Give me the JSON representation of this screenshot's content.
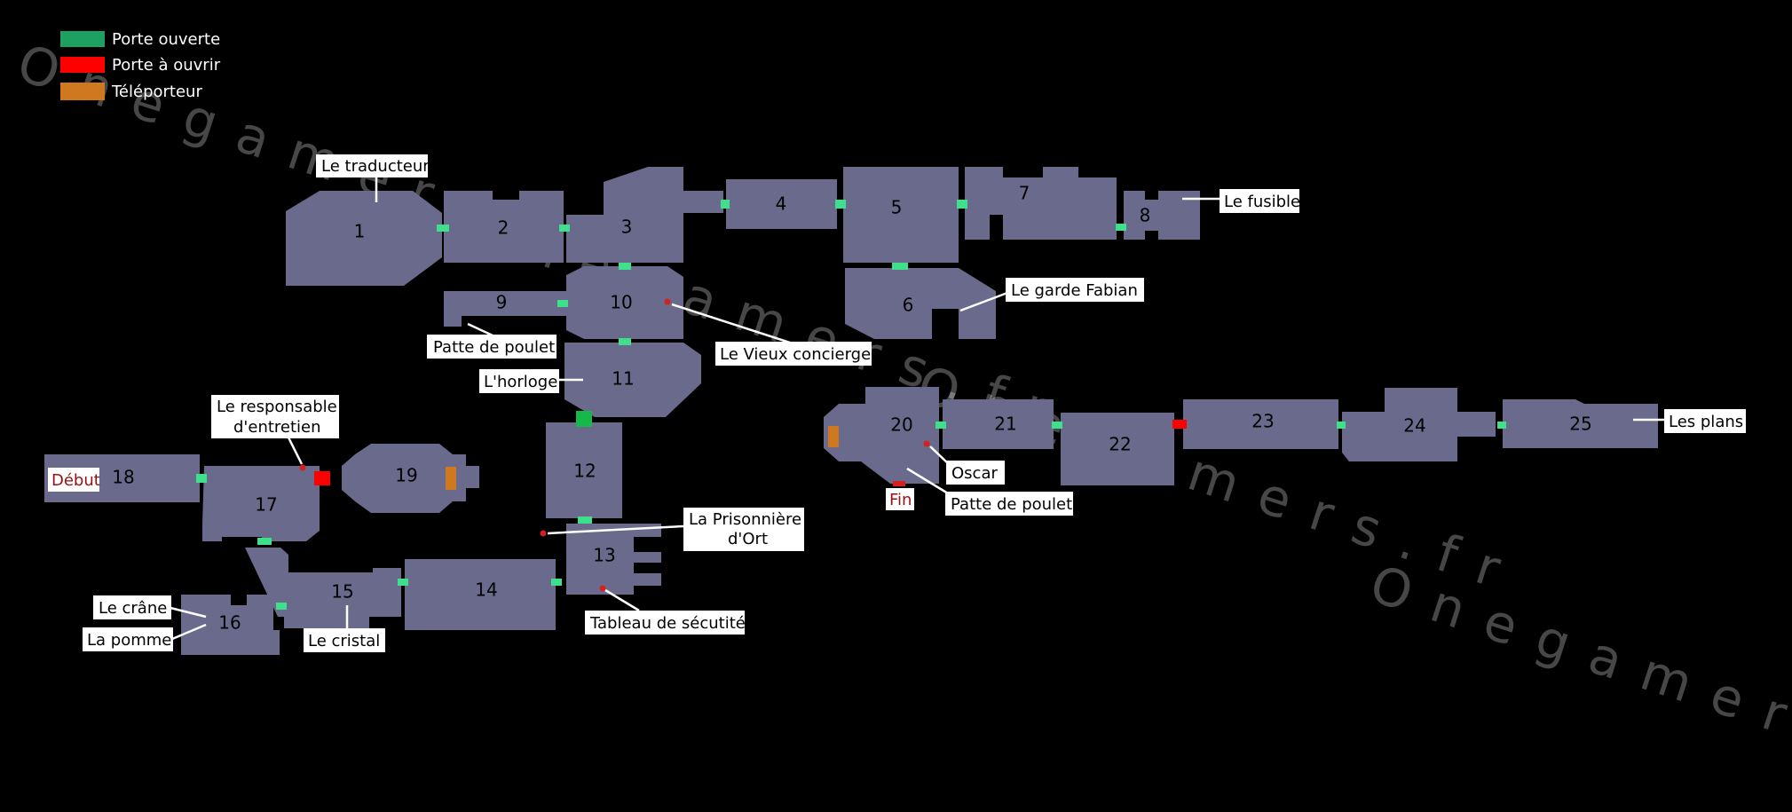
{
  "legend": {
    "open_door": "Porte ouverte",
    "door_to_open": "Porte à ouvrir",
    "teleporter": "Téléporteur"
  },
  "colors": {
    "room": "#6a6a8c",
    "open_door": "#3ee08c",
    "door_to_open": "#ff0000",
    "teleporter": "#d07820",
    "label_bg": "#ffffff",
    "start_end_text": "#9a1010"
  },
  "watermark": "Onegamers.fr",
  "rooms": {
    "r1": "1",
    "r2": "2",
    "r3": "3",
    "r4": "4",
    "r5": "5",
    "r6": "6",
    "r7": "7",
    "r8": "8",
    "r9": "9",
    "r10": "10",
    "r11": "11",
    "r12": "12",
    "r13": "13",
    "r14": "14",
    "r15": "15",
    "r16": "16",
    "r17": "17",
    "r18": "18",
    "r19": "19",
    "r20": "20",
    "r21": "21",
    "r22": "22",
    "r23": "23",
    "r24": "24",
    "r25": "25"
  },
  "labels": {
    "traducteur": "Le traducteur",
    "fusible": "Le fusible",
    "garde_fabian": "Le garde Fabian",
    "patte_poulet_1": "Patte de poulet",
    "vieux_concierge": "Le Vieux concierge",
    "horloge": "L'horloge",
    "responsable_line1": "Le responsable",
    "responsable_line2": "d'entretien",
    "debut": "Début",
    "prisonniere_line1": "La Prisonnière",
    "prisonniere_line2": "d'Ort",
    "tableau": "Tableau de sécutité",
    "crane": "Le crâne",
    "pomme": "La pomme",
    "cristal": "Le cristal",
    "oscar": "Oscar",
    "fin": "Fin",
    "patte_poulet_2": "Patte de poulet",
    "plans": "Les plans"
  }
}
